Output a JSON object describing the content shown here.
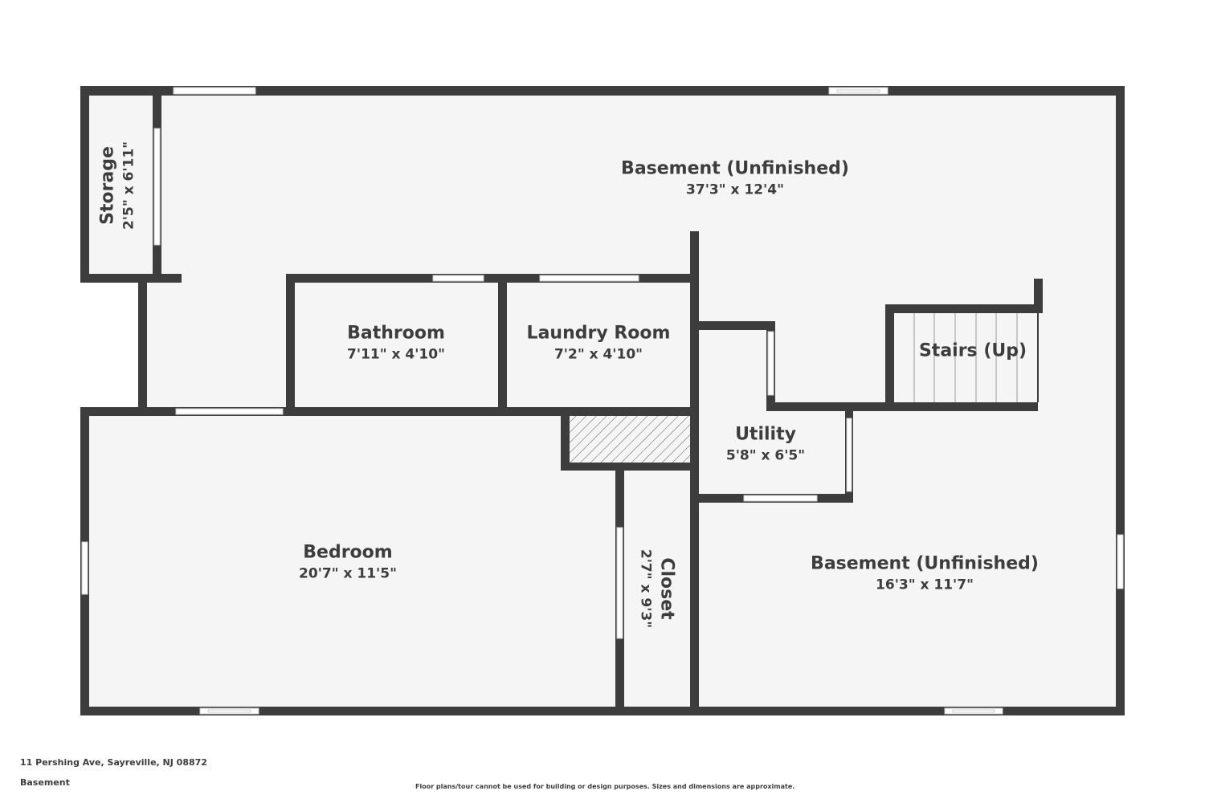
{
  "rooms": {
    "basement_main": {
      "name": "Basement (Unfinished)",
      "dims": "37'3\" x 12'4\""
    },
    "storage": {
      "name": "Storage",
      "dims": "2'5\" x 6'11\""
    },
    "bathroom": {
      "name": "Bathroom",
      "dims": "7'11\" x 4'10\""
    },
    "laundry": {
      "name": "Laundry Room",
      "dims": "7'2\" x 4'10\""
    },
    "stairs": {
      "name": "Stairs (Up)"
    },
    "utility": {
      "name": "Utility",
      "dims": "5'8\" x 6'5\""
    },
    "bedroom": {
      "name": "Bedroom",
      "dims": "20'7\" x 11'5\""
    },
    "closet": {
      "name": "Closet",
      "dims": "2'7\" x 9'3\""
    },
    "basement_right": {
      "name": "Basement (Unfinished)",
      "dims": "16'3\" x 11'7\""
    }
  },
  "footer": {
    "address": "11 Pershing Ave, Sayreville, NJ 08872",
    "floor": "Basement",
    "disclaimer": "Floor plans/tour cannot be used for building or design purposes. Sizes and dimensions are approximate."
  },
  "colors": {
    "wall": "#3d3d3d",
    "floor": "#f5f5f5",
    "opening": "#ffffff"
  }
}
